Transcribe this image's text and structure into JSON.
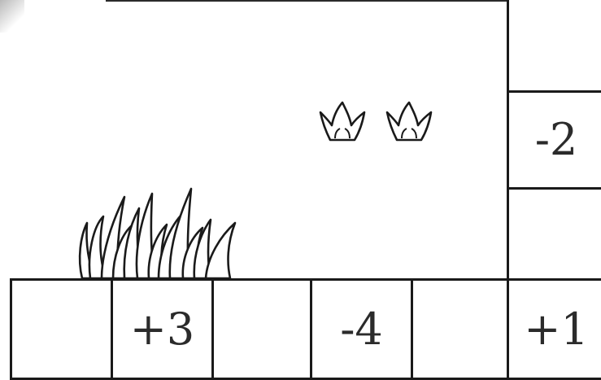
{
  "board": {
    "bottom_row": [
      "",
      "+3",
      "",
      "-4",
      "",
      "+1"
    ],
    "right_column": [
      "",
      "-2",
      ""
    ]
  },
  "decorations": {
    "tall_grass": "grass-tuft-icon",
    "small_grass": [
      "grass-sprout-icon",
      "grass-sprout-icon"
    ]
  },
  "colors": {
    "cell_border": "#1a1a1a",
    "cell_background": "#ffffff",
    "text": "#2b2b2b"
  }
}
